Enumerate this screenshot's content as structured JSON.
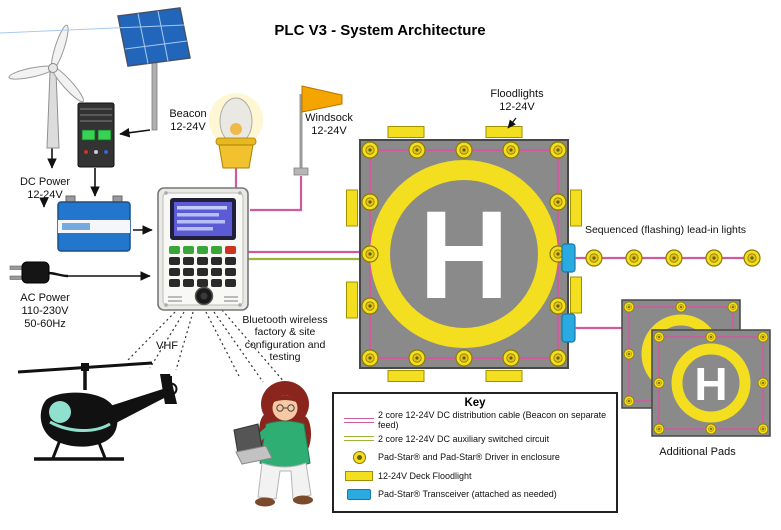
{
  "title": "PLC V3 - System Architecture",
  "labels": {
    "dc_power": "DC Power\n12-24V",
    "ac_power": "AC Power\n110-230V\n50-60Hz",
    "beacon": "Beacon\n12-24V",
    "windsock": "Windsock\n12-24V",
    "floodlights": "Floodlights\n12-24V",
    "lead_in_lights": "Sequenced (flashing) lead-in lights",
    "additional_pads": "Additional Pads",
    "vhf": "VHF",
    "bluetooth": "Bluetooth wireless\nfactory & site\nconfiguration and\ntesting",
    "helipad_letter": "H"
  },
  "key": {
    "title": "Key",
    "items": [
      {
        "icon": "distribution-cable",
        "label": "2 core 12-24V DC distribution cable (Beacon on separate feed)"
      },
      {
        "icon": "auxiliary-cable",
        "label": "2 core 12-24V DC auxiliary switched circuit"
      },
      {
        "icon": "pad-star-light",
        "label": "Pad-Star® and Pad-Star® Driver in enclosure"
      },
      {
        "icon": "deck-floodlight",
        "label": "12-24V Deck Floodlight"
      },
      {
        "icon": "transceiver",
        "label": "Pad-Star® Transceiver (attached as needed)"
      }
    ]
  },
  "colors": {
    "distribution_cable": "#cf5a9e",
    "auxiliary_cable": "#9cb43c",
    "pad_yellow": "#f3df20",
    "pad_gray": "#8a8a8a",
    "transceiver_blue": "#29abe2"
  }
}
